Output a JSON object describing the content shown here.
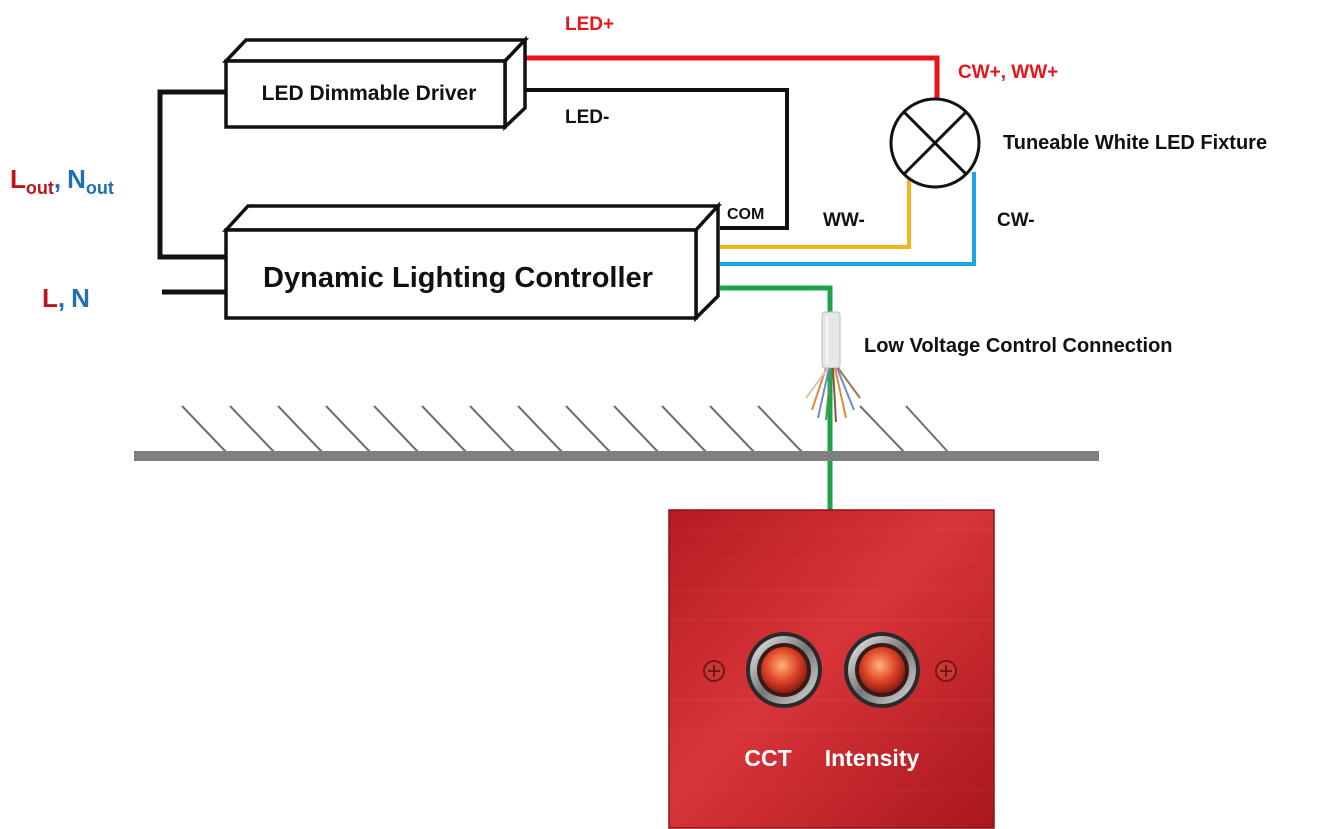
{
  "colors": {
    "led_plus": "#e8141b",
    "led_minus": "#111111",
    "ww_wire": "#f2b51c",
    "cw_wire": "#1aa7e6",
    "control_wire": "#1fa34a",
    "line_label": "#c0141c",
    "neutral_label": "#1f6fb2",
    "plate": "#c8252c",
    "floor": "#808080"
  },
  "labels": {
    "led_plus": "LED+",
    "cw_ww_plus": "CW+, WW+",
    "led_minus": "LED-",
    "fixture": "Tuneable White LED Fixture",
    "com": "COM",
    "ww_minus": "WW-",
    "cw_minus": "CW-",
    "lout_main": "L",
    "lout_sub": "out",
    "comma": ",",
    "nout_main": "N",
    "nout_sub": "out",
    "l_in": "L",
    "n_in": "N",
    "control_connection": "Low Voltage Control Connection"
  },
  "boxes": {
    "driver": "LED Dimmable Driver",
    "controller": "Dynamic Lighting Controller"
  },
  "wall_plate": {
    "button_left": "CCT",
    "button_right": "Intensity"
  }
}
